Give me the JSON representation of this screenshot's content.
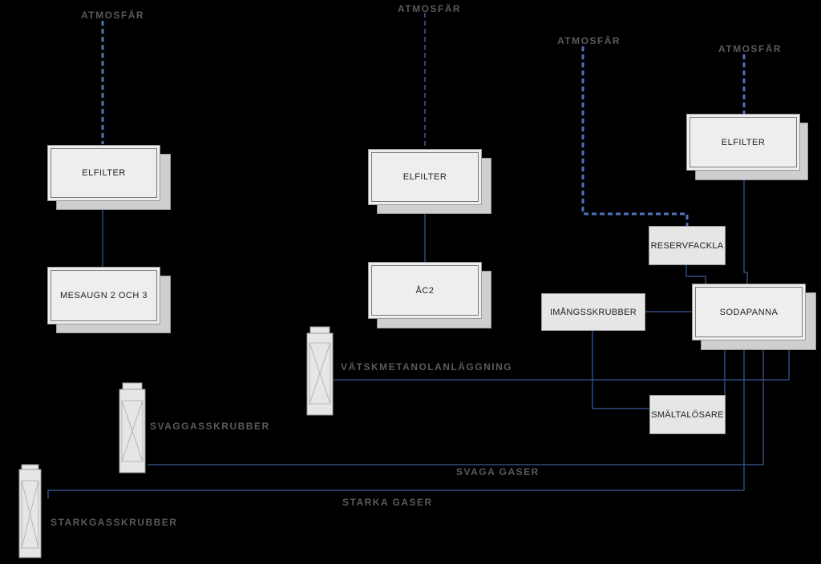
{
  "atmosphere": [
    "ATMOSFÄR",
    "ATMOSFÄR",
    "ATMOSFÄR",
    "ATMOSFÄR"
  ],
  "units": {
    "elfilter_1": "ELFILTER",
    "elfilter_2": "ELFILTER",
    "elfilter_3": "ELFILTER",
    "mesaugn": "MESAUGN 2 OCH 3",
    "ac2": "ÅC2",
    "reservfackla": "RESERVFACKLA",
    "sodapanna": "SODAPANNA",
    "imangsskrubber": "IMÅNGSSKRUBBER",
    "smaltalosare": "SMÄLTALÖSARE"
  },
  "columns": {
    "vatskmetanol": "VÄTSKMETANOLANLÄGGNING",
    "svaggas": "SVAGGASSKRUBBER",
    "starkgas": "STARKGASSKRUBBER"
  },
  "flows": {
    "svaga": "SVAGA GASER",
    "starka": "STARKA GASER"
  },
  "colors": {
    "line": "#3b5a9a",
    "dashed": "#4a6ab0",
    "label": "#5a5a5a"
  }
}
